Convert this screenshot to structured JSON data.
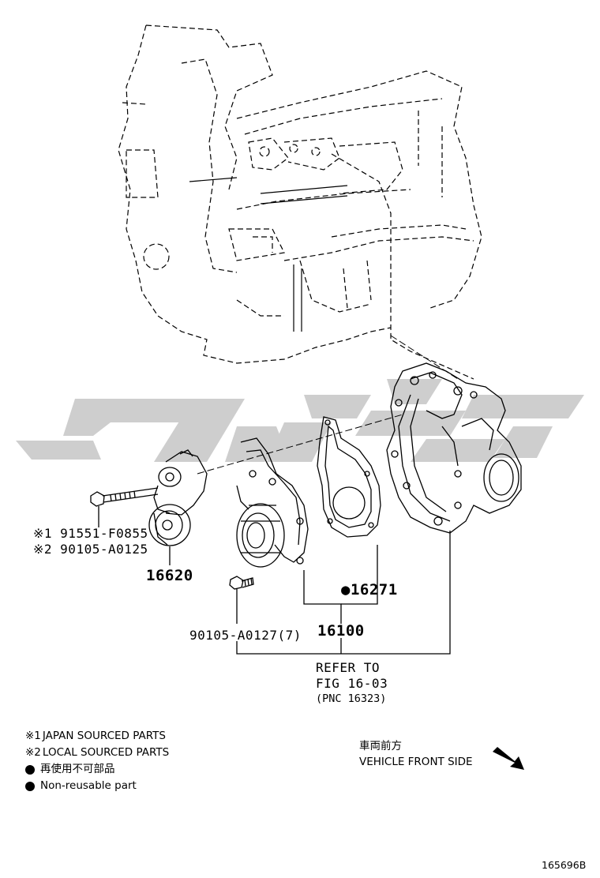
{
  "parts": {
    "bolt_tensioner_jp": "※1 91551-F0855",
    "bolt_tensioner_local": "※2 90105-A0125",
    "tensioner": "16620",
    "gasket": "●16271",
    "water_pump": "16100",
    "bolt_pump": "90105-A0127(7)",
    "refer_line1": "REFER TO",
    "refer_line2": "FIG 16-03",
    "refer_line3": "(PNC 16323)"
  },
  "legend": {
    "jp_symbol": "※1",
    "jp_text": "JAPAN SOURCED PARTS",
    "local_symbol": "※2",
    "local_text": "LOCAL SOURCED PARTS",
    "nonreusable_jp": "再使用不可部品",
    "nonreusable_en": "Non-reusable part"
  },
  "orientation": {
    "jp": "車両前方",
    "en": "VEHICLE FRONT SIDE",
    "arrow_icon": "arrow-down-right-icon"
  },
  "figure_number": "165696B",
  "colors": {
    "line": "#000000",
    "watermark": "#c9c9c9"
  }
}
